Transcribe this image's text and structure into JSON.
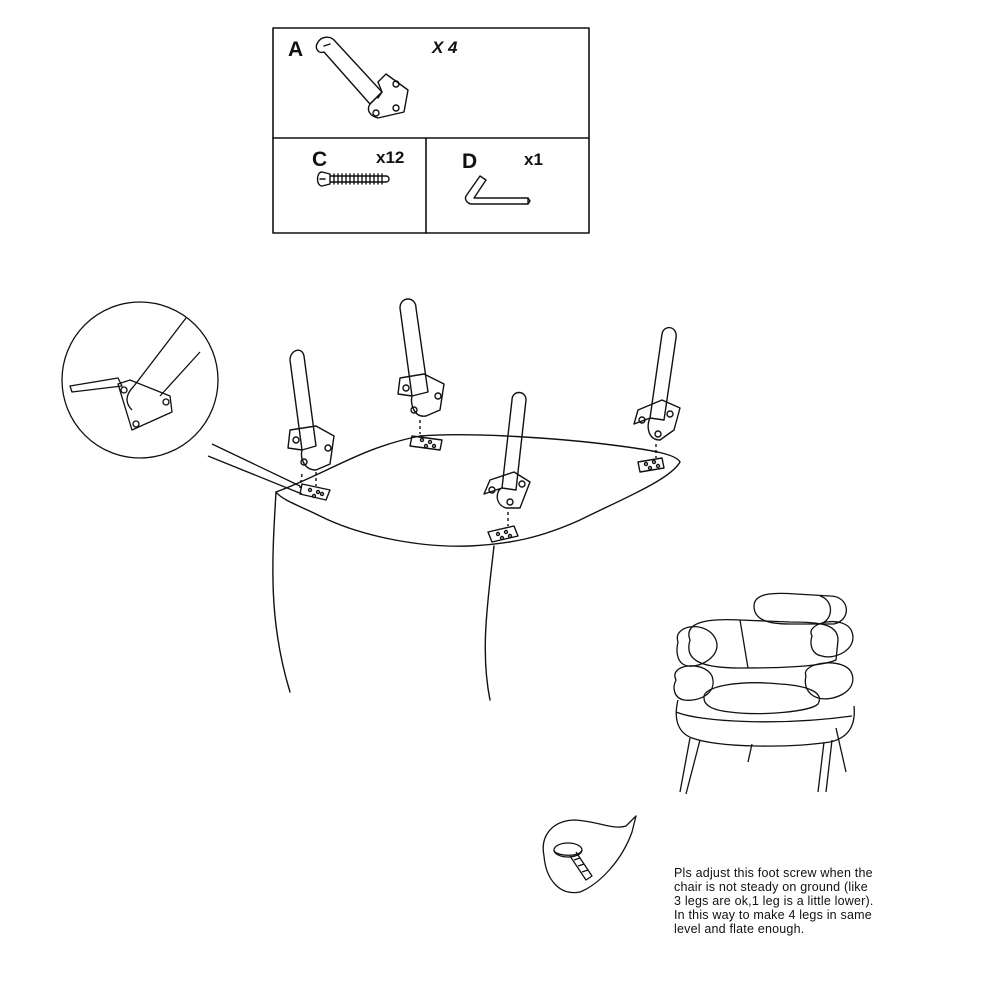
{
  "parts_table": {
    "part_a": {
      "letter": "A",
      "quantity": "X 4"
    },
    "part_c": {
      "letter": "C",
      "quantity": "x12"
    },
    "part_d": {
      "letter": "D",
      "quantity": "x1"
    }
  },
  "note": {
    "lines": [
      "Pls adjust this foot screw when the",
      "chair is not steady on ground (like",
      "3 legs are ok,1 leg is a little lower).",
      "In this way to make 4 legs in same",
      "level and flate enough."
    ]
  },
  "icons": [
    "leg-icon",
    "screw-icon",
    "allen-key-icon",
    "chair-icon",
    "foot-screw-icon",
    "magnifier-icon"
  ]
}
